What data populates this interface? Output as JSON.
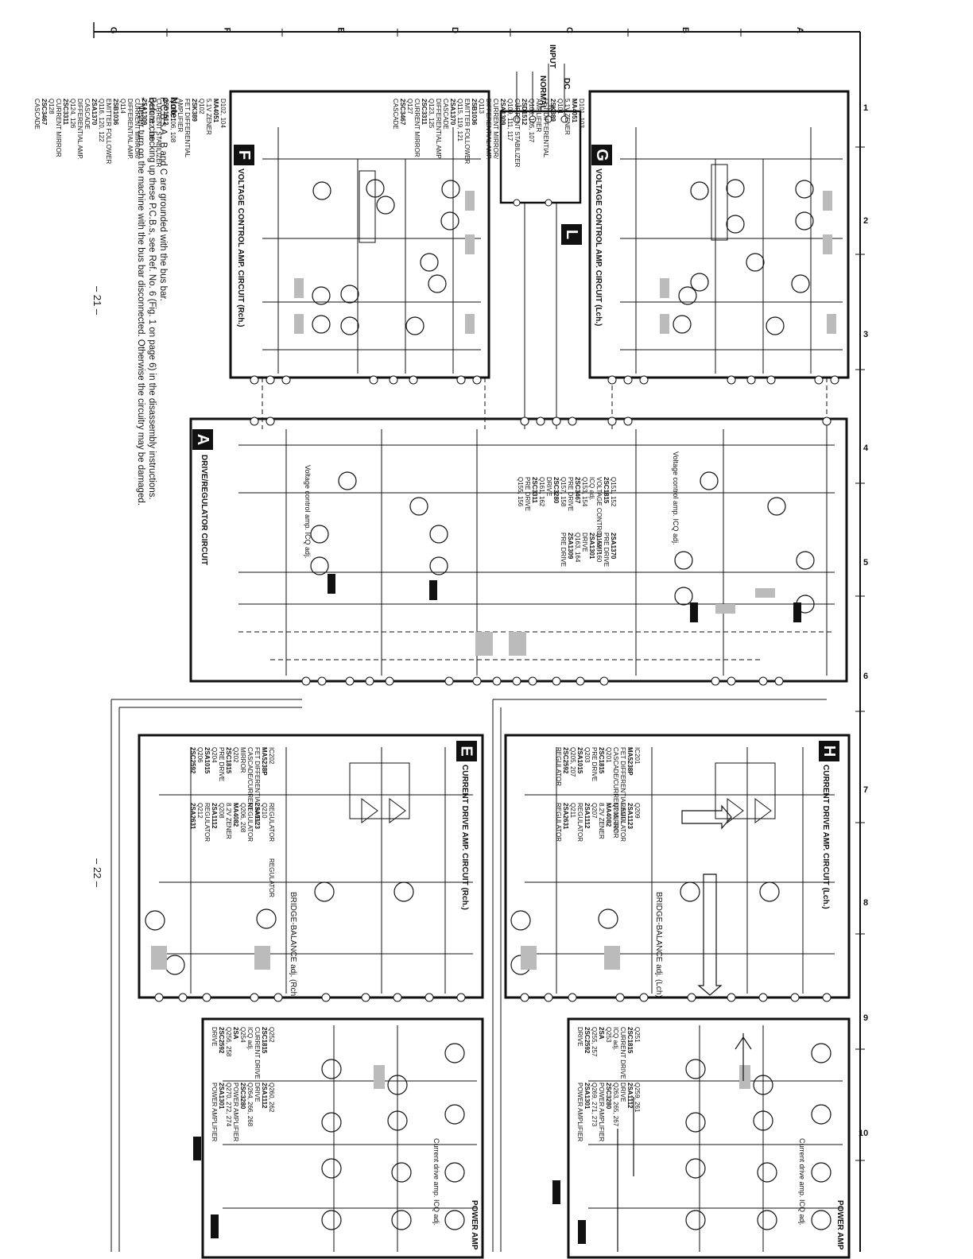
{
  "grid": {
    "letters": [
      "A",
      "B",
      "C",
      "D",
      "E",
      "F",
      "G"
    ],
    "numbers": [
      "1",
      "2",
      "3",
      "4",
      "5",
      "6",
      "7",
      "8",
      "9",
      "10"
    ]
  },
  "sections": {
    "G": {
      "tag": "G",
      "title": "VOLTAGE CONTROL AMP. CIRCUIT (Lch.)"
    },
    "F": {
      "tag": "F",
      "title": "VOLTAGE CONTROL AMP. CIRCUIT (Rch.)"
    },
    "L": {
      "tag": "L"
    },
    "A": {
      "tag": "A",
      "title": "DRIVE/REGULATOR CIRCUIT"
    },
    "H": {
      "tag": "H",
      "title": "CURRENT DRIVE AMP. CIRCUIT (Lch.)"
    },
    "E": {
      "tag": "E",
      "title": "CURRENT DRIVE AMP. CIRCUIT (Rch.)"
    },
    "PA_L": {
      "title": "POWER AMP"
    },
    "PA_R": {
      "title": "POWER AMP"
    }
  },
  "input_block": {
    "input": "INPUT",
    "dc": "DC",
    "normal": "NORMAL",
    "l": "L",
    "r": "R"
  },
  "parts_g": [
    "D101, 103",
    "MA4051",
    "5.1V ZENER",
    "Q101",
    "2SK389",
    "FET DIFFERENTIAL",
    "AMPLIFIER",
    "Q103, 105, 107",
    "2SD1512",
    "CURRENT STABILIZER",
    "Q109, 111, 117",
    "2SA1309",
    "CURRENT MIRROR/",
    "DIFFERENTIAL AMP.",
    "Q113",
    "2SB1036",
    "EMITTER FOLLOWER",
    "Q115, 119, 121",
    "2SA1370",
    "CASCADE",
    "DIFFERENTIAL AMP.",
    "Q123, 125",
    "2SC3311",
    "CURRENT MIRROR",
    "Q127",
    "2SC3467",
    "CASCADE"
  ],
  "parts_f": [
    "D102, 104",
    "MA4051",
    "5.1V ZENER",
    "Q102",
    "2SK389",
    "FET DIFFERENTIAL",
    "AMPLIFIER",
    "Q104, 106, 108",
    "2SD1512",
    "CURRENT STABILIZER",
    "Q110, 112, 118",
    "2SA1309",
    "CURRENT MIRROR/",
    "DIFFERENTIAL AMP.",
    "Q114",
    "2SB1036",
    "EMITTER FOLLOWER",
    "Q116, 120, 122",
    "2SA1370",
    "CASCADE",
    "DIFFERENTIAL AMP.",
    "Q124, 126",
    "2SC3311",
    "CURRENT MIRROR",
    "Q128",
    "2SC3467",
    "CASCADE"
  ],
  "parts_a": [
    "Q151, 152",
    "2SC1815",
    "VOLTAGE CONTROL AMP.",
    "ICQ adj.",
    "Q153, 154",
    "2SC3467",
    "PRE DRIVE",
    "Q157, 158",
    "2SC3280",
    "DRIVE",
    "Q161, 162",
    "2SC3311",
    "PRE DRIVE",
    "Q155, 156",
    "2SA1370",
    "PRE DRIVE",
    "Q159, 160",
    "2SA1301",
    "DRIVE",
    "Q163, 164",
    "2SA1309",
    "PRE DRIVE"
  ],
  "adj_a": [
    "Voltage control amp. ICQ adj.",
    "Voltage control amp. ICQ adj."
  ],
  "parts_h": [
    "IC201",
    "MA5238P",
    "FET DIFFERENTIAL AMP/",
    "CASCADE/CURRENT MIRROR",
    "Q201",
    "2SC1815",
    "PRE DRIVE",
    "Q203",
    "2SA1015",
    "Q205, 207",
    "2SC2592",
    "REGULATOR",
    "Q209",
    "2SA1123",
    "REGULATOR",
    "Q205, 207",
    "MA4082",
    "8.2V ZENER",
    "Q207",
    "2SA1112",
    "REGULATOR",
    "Q211",
    "2SA2631",
    "REGULATOR"
  ],
  "parts_e": [
    "IC202",
    "MA5238P",
    "FET DIFFERENTIAL AMP/",
    "CASCADE/CURRENT",
    "MIRROR",
    "Q202",
    "2SC1815",
    "PRE DRIVE",
    "Q204",
    "2SA1015",
    "Q206",
    "2SC2592",
    "REGULATOR",
    "Q210",
    "2SA1123",
    "REGULATOR",
    "Q206, 208",
    "MA4082",
    "8.2V ZENER",
    "Q208",
    "2SA1112",
    "REGULATOR",
    "Q212",
    "2SA2631",
    "REGULATOR"
  ],
  "bridge": {
    "h": "BRIDGE-BALANCE adj. (Lch)",
    "e": "BRIDGE-BALANCE adj. (Rch)"
  },
  "parts_pa_l": [
    "Q251",
    "2SC1815",
    "CURRENT DRIVE",
    "ICQ adj.",
    "Q253",
    "2SA",
    "Q255, 257",
    "2SC2592",
    "DRIVE",
    "Q259, 261",
    "2SA1112",
    "DRIVE",
    "Q263, 265, 267",
    "2SC3280",
    "POWER AMPLIFIER",
    "Q269, 271, 273",
    "2SA1301",
    "POWER AMPLIFIER"
  ],
  "parts_pa_r": [
    "Q252",
    "2SC1815",
    "CURRENT DRIVE",
    "ICQ adj.",
    "Q254",
    "2SA",
    "Q256, 258",
    "2SC2592",
    "DRIVE",
    "Q260, 262",
    "2SA1112",
    "DRIVE",
    "Q264, 266, 268",
    "2SC3280",
    "POWER AMPLIFIER",
    "Q270, 272, 274",
    "2SA1301",
    "POWER AMPLIFIER"
  ],
  "pa_adj": {
    "l": "Current drive amp. ICQ adj.",
    "r": "Current drive amp. ICQ adj."
  },
  "note": {
    "title": "Note:",
    "line1": "P.C.B.s  A ,  B  and  C  are grounded with the bus bar.",
    "line2": "Before checking up these P.C.B.s, see Ref. No. 6 (Fig. 1 on page 6) in the disassembly instructions.",
    "line3": "* Never turn on the machine with the bus bar disconnected. Otherwise the circuitry may be damaged."
  },
  "pages": {
    "left": "– 21 –",
    "right": "– 22 –"
  }
}
